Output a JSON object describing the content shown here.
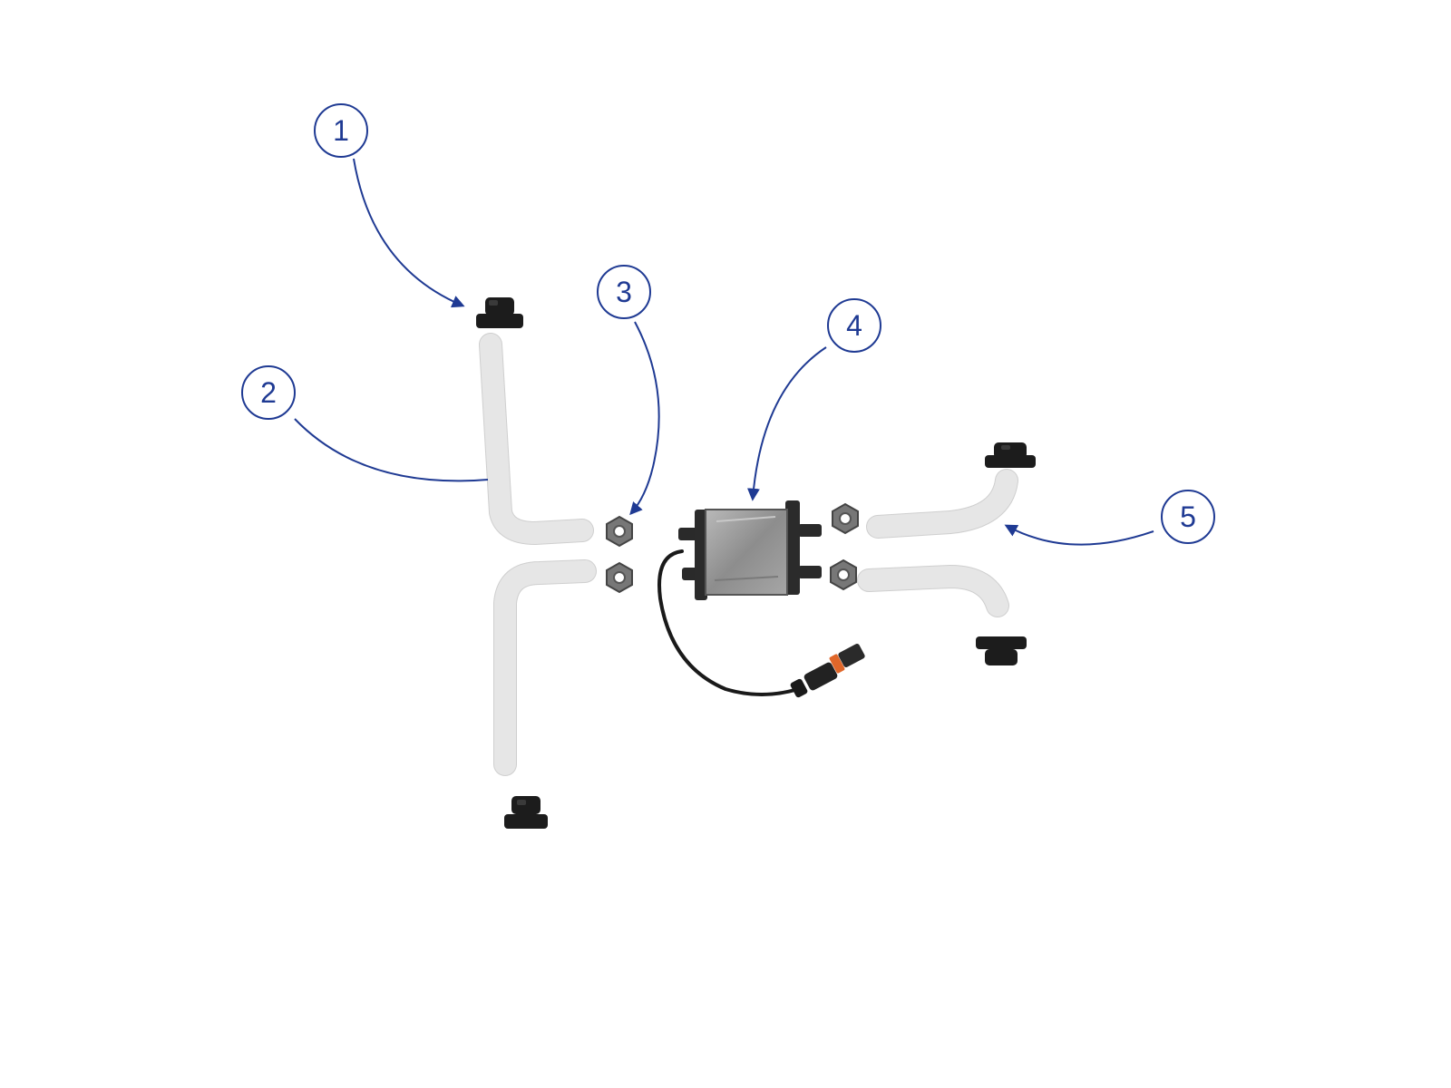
{
  "callouts": [
    {
      "label": "1"
    },
    {
      "label": "2"
    },
    {
      "label": "3"
    },
    {
      "label": "4"
    },
    {
      "label": "5"
    }
  ],
  "colors": {
    "callout": "#1f3a93",
    "tube": "#e6e6e6",
    "cap": "#1c1c1c",
    "nut": "#777777",
    "housing": "#9a9a9a",
    "connector_band": "#e0672a"
  },
  "icons": [
    "wing-cap-icon",
    "tube-icon",
    "hex-nut-icon",
    "pump-unit-icon",
    "cable-connector-icon"
  ]
}
